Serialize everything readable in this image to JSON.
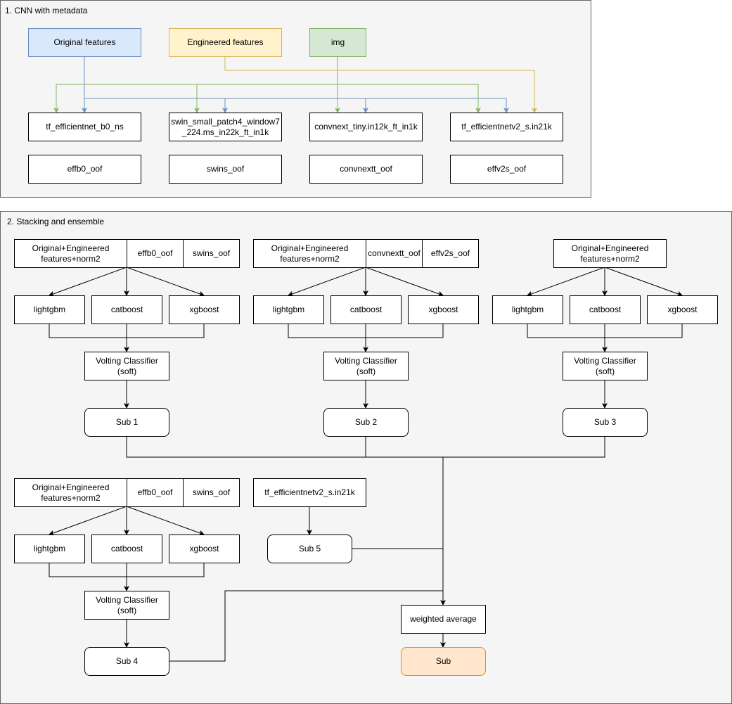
{
  "panel1": {
    "title": "1. CNN with metadata",
    "inputs": {
      "original": "Original features",
      "engineered": "Engineered features",
      "img": "img"
    },
    "models": [
      "tf_efficientnet_b0_ns",
      "swin_small_patch4_window7\n_224.ms_in22k_ft_in1k",
      "convnext_tiny.in12k_ft_in1k",
      "tf_efficientnetv2_s.in21k"
    ],
    "oofs": [
      "effb0_oof",
      "swins_oof",
      "convnextt_oof",
      "effv2s_oof"
    ]
  },
  "panel2": {
    "title": "2. Stacking and ensemble",
    "stack1": {
      "features": "Original+Engineered\nfeatures+norm2",
      "oof_a": "effb0_oof",
      "oof_b": "swins_oof",
      "models": [
        "lightgbm",
        "catboost",
        "xgboost"
      ],
      "voting": "Volting Classifier\n(soft)",
      "sub": "Sub 1"
    },
    "stack2": {
      "features": "Original+Engineered\nfeatures+norm2",
      "oof_a": "convnextt_oof",
      "oof_b": "effv2s_oof",
      "models": [
        "lightgbm",
        "catboost",
        "xgboost"
      ],
      "voting": "Volting Classifier\n(soft)",
      "sub": "Sub 2"
    },
    "stack3": {
      "features": "Original+Engineered\nfeatures+norm2",
      "models": [
        "lightgbm",
        "catboost",
        "xgboost"
      ],
      "voting": "Volting Classifier\n(soft)",
      "sub": "Sub 3"
    },
    "stack4": {
      "features": "Original+Engineered\nfeatures+norm2",
      "oof_a": "effb0_oof",
      "oof_b": "swins_oof",
      "models": [
        "lightgbm",
        "catboost",
        "xgboost"
      ],
      "voting": "Volting Classifier\n(soft)",
      "sub": "Sub 4"
    },
    "stack5": {
      "model": "tf_efficientnetv2_s.in21k",
      "sub": "Sub 5"
    },
    "weighted_average": "weighted average",
    "final": "Sub"
  },
  "colors": {
    "blue_fill": "#dae8fc",
    "blue_line": "#6c8ebf",
    "yellow_fill": "#fff2cc",
    "yellow_line": "#d6b656",
    "green_fill": "#d5e8d4",
    "green_line": "#82b366",
    "orange_fill": "#ffe6cc",
    "orange_line": "#d79b00"
  }
}
